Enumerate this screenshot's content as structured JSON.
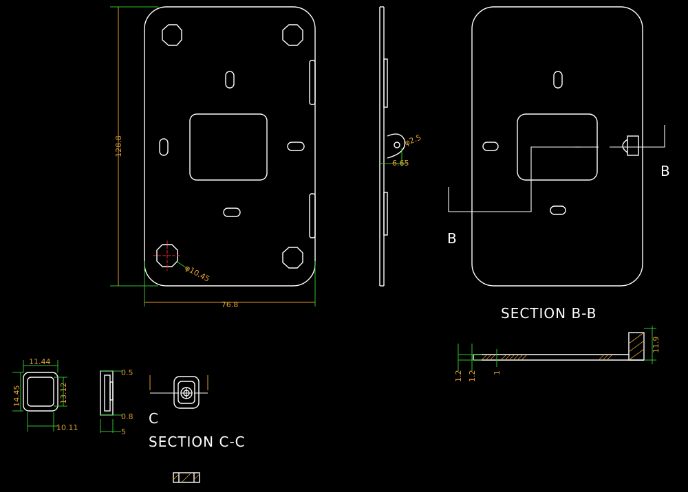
{
  "colors": {
    "background": "#000000",
    "outline": "#ffffff",
    "dimension": "#e0a030",
    "extension": "#2ec52e",
    "centerline": "#ff2020"
  },
  "dimensions": {
    "height": "128.8",
    "width": "76.8",
    "hole_dia": "φ10.45",
    "pin_dia": "φ2.5",
    "pin_offset": "6.65",
    "small_w": "11.44",
    "small_h_outer": "14.45",
    "small_h_inner": "13.12",
    "small_w_inner": "10.11",
    "side_top": "0.5",
    "side_mid": "0.8",
    "side_bot": "5",
    "bb_t1": "1.2",
    "bb_t2": "1.2",
    "bb_t3": "1",
    "bb_h": "11.9"
  },
  "labels": {
    "cut_b_left": "B",
    "cut_b_right": "B",
    "section_bb": "SECTION B-B",
    "cut_c": "C",
    "section_cc": "SECTION C-C"
  }
}
